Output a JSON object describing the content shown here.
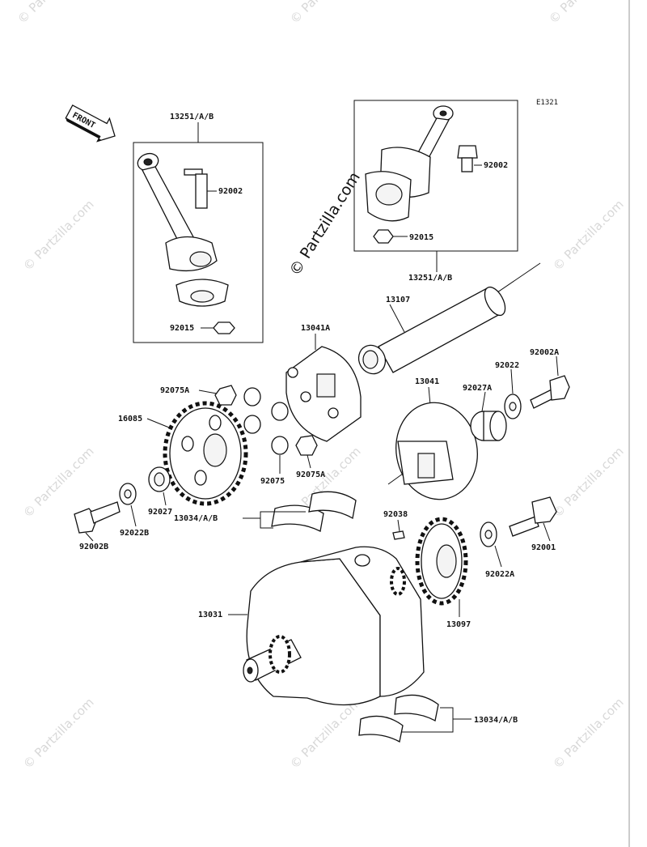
{
  "diagram_code": "E1321",
  "front_label": "FRONT",
  "watermark_text": "© Partzilla.com",
  "part_labels": {
    "conrod_assy_left": "13251/A/B",
    "bolt_left": "92002",
    "nut_left": "92015",
    "conrod_assy_right": "13251/A/B",
    "bolt_right": "92002",
    "nut_right": "92015",
    "shaft": "13107",
    "coupling_hub": "13041A",
    "dowel_top": "92075A",
    "damper_gear": "16085",
    "damper": "92075",
    "dowel_bottom": "92075A",
    "collar_left": "92027",
    "washer_left": "92022B",
    "bolt_left_lower": "92002B",
    "bearing_upper": "13034/A/B",
    "coupling": "13041",
    "collar_right": "92027A",
    "washer_upper_right": "92022",
    "bolt_upper_right": "92002A",
    "key": "92038",
    "sprocket": "13097",
    "washer_lower_right": "92022A",
    "bolt_lower_right": "92001",
    "crankshaft": "13031",
    "bearing_lower": "13034/A/B"
  },
  "colors": {
    "line": "#111111",
    "watermark": "#d8d8d8",
    "background": "#ffffff"
  }
}
